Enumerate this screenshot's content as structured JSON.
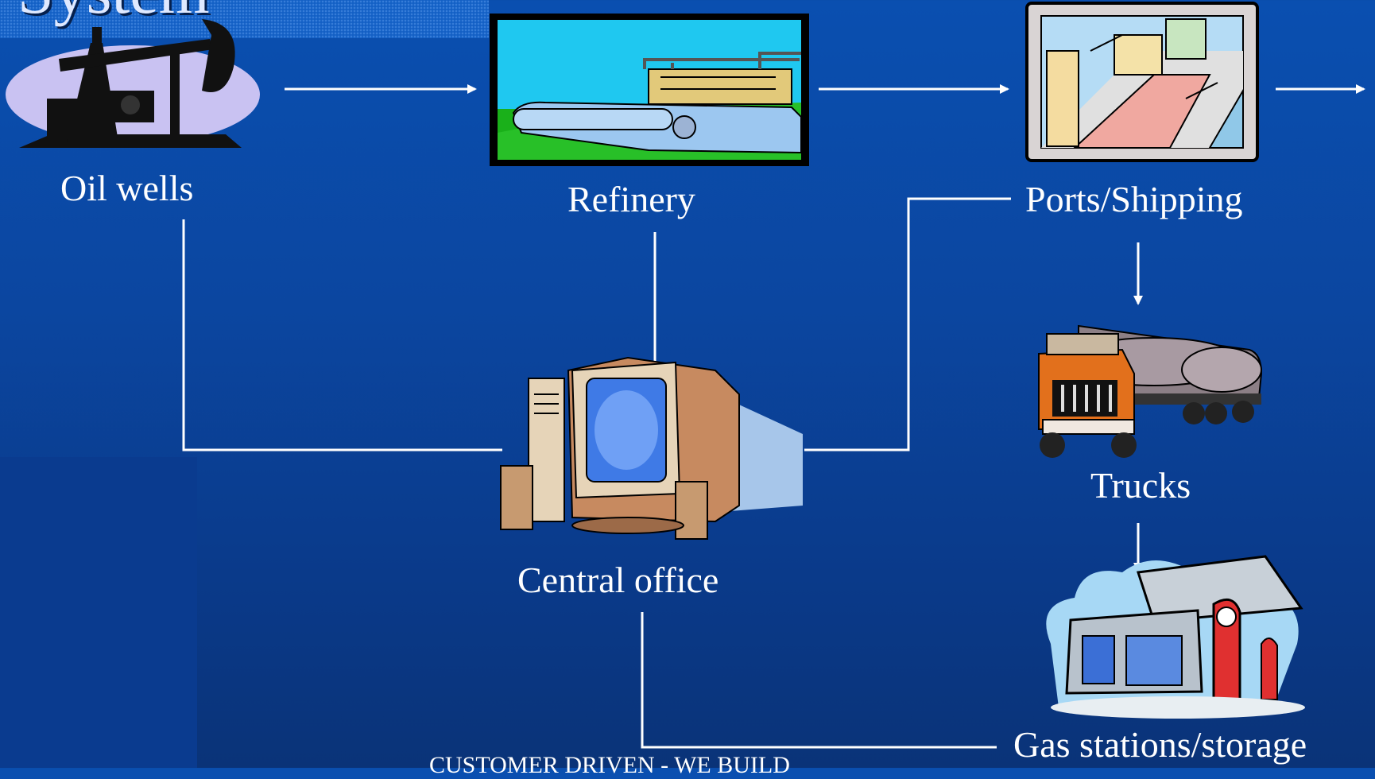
{
  "slide": {
    "title": "System",
    "footer": "CUSTOMER DRIVEN - WE BUILD"
  },
  "nodes": {
    "oil_wells": "Oil wells",
    "refinery": "Refinery",
    "ports_shipping": "Ports/Shipping",
    "trucks": "Trucks",
    "gas_stations": "Gas stations/storage",
    "central_office": "Central office"
  },
  "icons": {
    "oil_wells": "oil-pump-jack-icon",
    "refinery": "refinery-plant-icon",
    "ports_shipping": "port-city-icon",
    "trucks": "tanker-truck-icon",
    "gas_stations": "gas-station-icon",
    "central_office": "computer-workstation-icon"
  },
  "colors": {
    "background_top": "#0a4fb0",
    "background_bottom": "#0a3378",
    "connector": "#ffffff"
  }
}
